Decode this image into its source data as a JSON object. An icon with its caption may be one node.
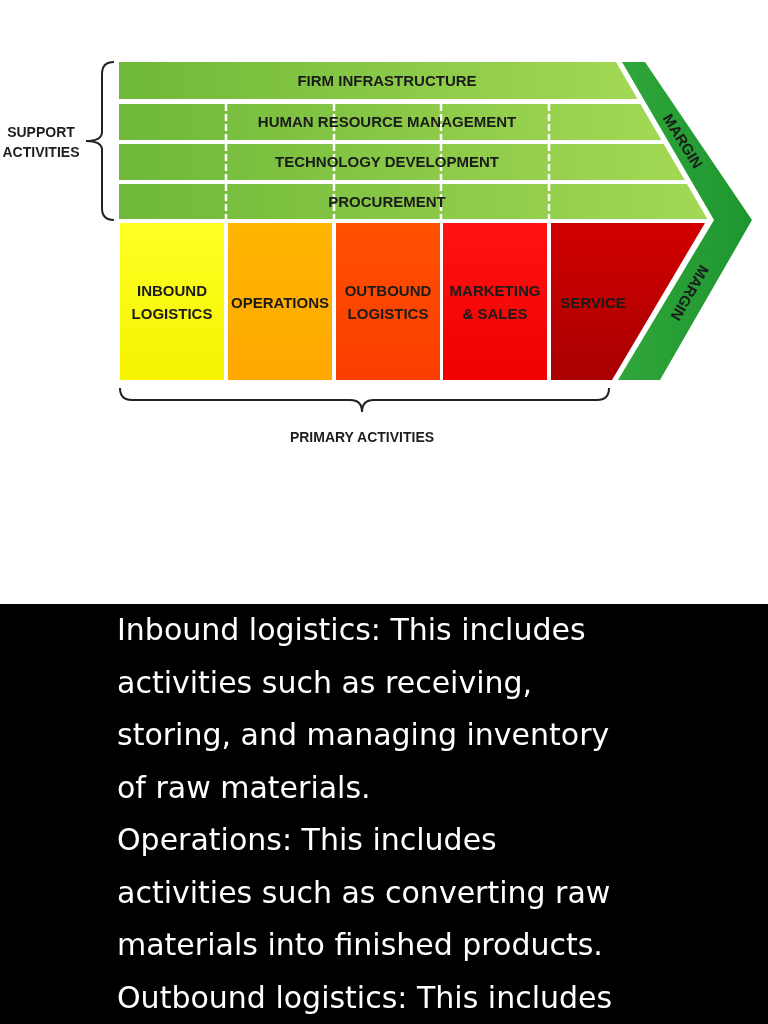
{
  "diagram": {
    "nodes": [
      {
        "text": [
          "FIRM INFRASTRUCTURE"
        ]
      },
      {
        "text": [
          "HUMAN RESOURCE MANAGEMENT"
        ]
      },
      {
        "text": [
          "TECHNOLOGY DEVELOPMENT"
        ]
      },
      {
        "text": [
          "PROCUREMENT"
        ]
      },
      {
        "text": [
          "INBOUND LOGISTICS"
        ]
      },
      {
        "text": [
          "OPERATIONS"
        ]
      },
      {
        "text": [
          "OUTBOUND LOGISTICS"
        ]
      },
      {
        "text": [
          "MARKETING & SALES"
        ]
      },
      {
        "text": [
          "SERVICE"
        ]
      },
      {
        "text": [
          "MARGIN",
          "MARGIN"
        ]
      }
    ],
    "labels": [
      "SUPPORT ACTIVITIES",
      "PRIMARY ACTIVITIES",
      "Inbound logistics: This includes activities such as receiving, storing, and managing inventory of raw materials.",
      "Operations: This includes activities such as converting raw materials into finished products.",
      "Outbound logistics: This includes"
    ]
  }
}
